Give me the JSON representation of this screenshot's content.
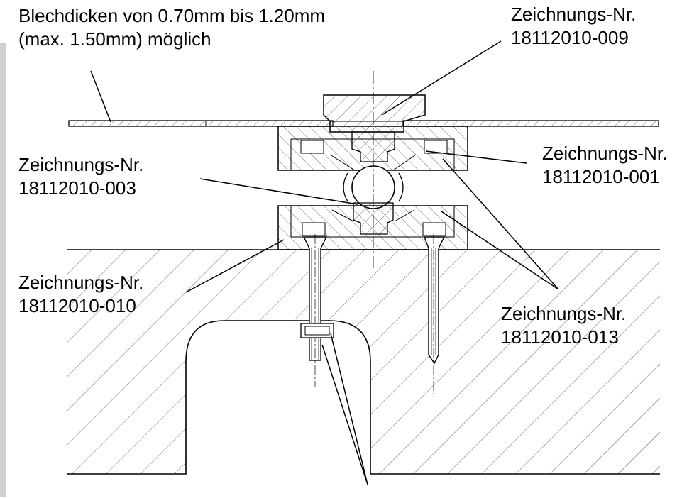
{
  "colors": {
    "ink": "#000000",
    "hatch": "#6f6f6f",
    "edge_strip": "#cfcfcf"
  },
  "callouts": {
    "sheet_thickness": {
      "line1": "Blechdicken von 0.70mm bis 1.20mm",
      "line2": "(max. 1.50mm) möglich"
    },
    "drawing_009": {
      "line1": "Zeichnungs-Nr.",
      "line2": "18112010-009"
    },
    "drawing_001": {
      "line1": "Zeichnungs-Nr.",
      "line2": "18112010-001"
    },
    "drawing_003": {
      "line1": "Zeichnungs-Nr.",
      "line2": "18112010-003"
    },
    "drawing_010": {
      "line1": "Zeichnungs-Nr.",
      "line2": "18112010-010"
    },
    "drawing_013": {
      "line1": "Zeichnungs-Nr.",
      "line2": "18112010-013"
    }
  }
}
